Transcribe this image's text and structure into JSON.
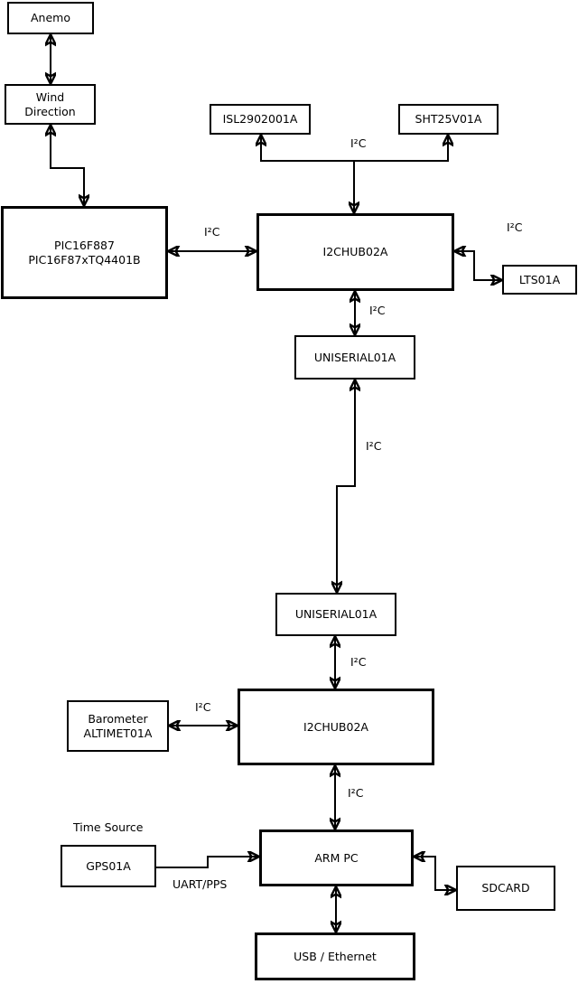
{
  "diagram": {
    "nodes": {
      "anemo": {
        "label": "Anemo"
      },
      "wind": {
        "line1": "Wind",
        "line2": "Direction"
      },
      "pic": {
        "line1": "PIC16F887",
        "line2": "PIC16F87xTQ4401B"
      },
      "isl": {
        "label": "ISL2902001A"
      },
      "sht": {
        "label": "SHT25V01A"
      },
      "hub1": {
        "label": "I2CHUB02A"
      },
      "lts": {
        "label": "LTS01A"
      },
      "uniserial1": {
        "label": "UNISERIAL01A"
      },
      "uniserial2": {
        "label": "UNISERIAL01A"
      },
      "hub2": {
        "label": "I2CHUB02A"
      },
      "barometer": {
        "line1": "Barometer",
        "line2": "ALTIMET01A"
      },
      "gps": {
        "label": "GPS01A"
      },
      "armpc": {
        "label": "ARM PC"
      },
      "sdcard": {
        "label": "SDCARD"
      },
      "usb": {
        "label": "USB / Ethernet"
      }
    },
    "edge_labels": {
      "i2c": "I²C",
      "uart_pps": "UART/PPS",
      "time_source": "Time Source"
    },
    "colors": {
      "line": "#000000",
      "box_fill": "#ffffff",
      "background": "#ffffff",
      "text": "#000000"
    }
  }
}
